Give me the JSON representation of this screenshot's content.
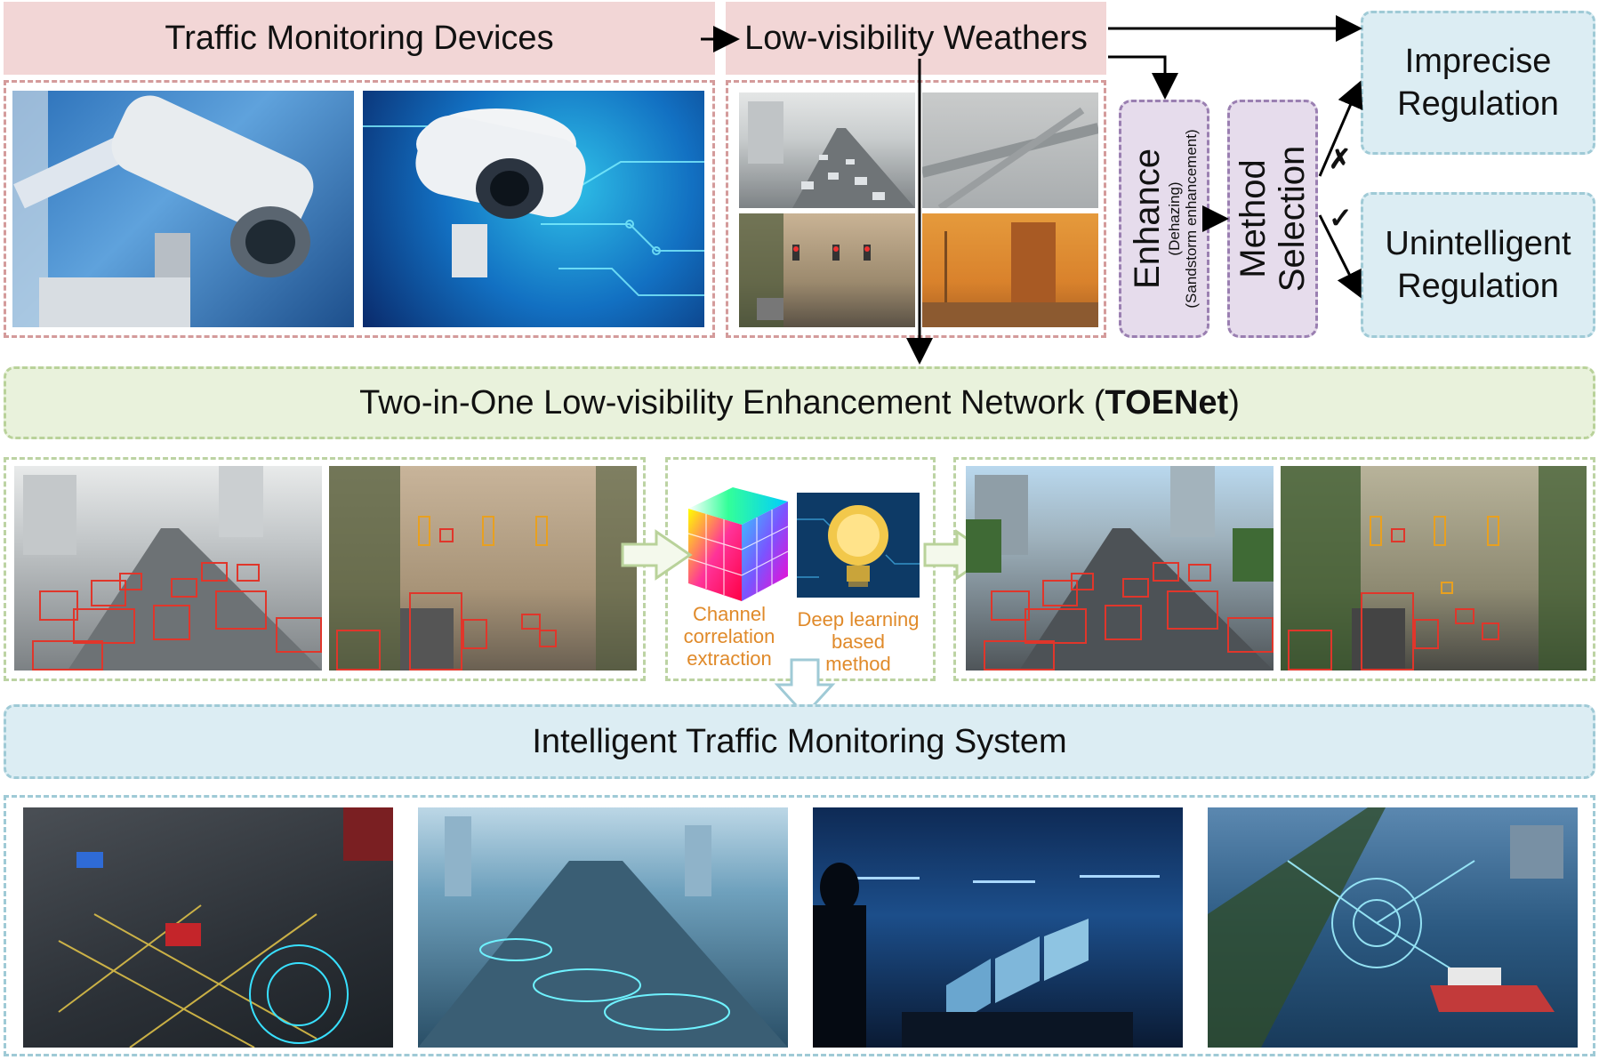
{
  "top": {
    "devices_title": "Traffic Monitoring Devices",
    "weather_title": "Low-visibility Weathers"
  },
  "enhance": {
    "main": "Enhance",
    "sub1": "(Dehazing)",
    "sub2": "(Sandstorm enhancement)"
  },
  "method_selection": {
    "line1": "Method",
    "line2": "Selection"
  },
  "regulation": {
    "imprecise_line1": "Imprecise",
    "imprecise_line2": "Regulation",
    "unintelligent_line1": "Unintelligent",
    "unintelligent_line2": "Regulation",
    "cross_mark": "✗",
    "check_mark": "✓"
  },
  "network": {
    "title_prefix": "Two-in-One Low-visibility Enhancement Network (",
    "title_bold": "TOENet",
    "title_suffix": ")"
  },
  "middle": {
    "channel_label_1": "Channel",
    "channel_label_2": "correlation",
    "channel_label_3": "extraction",
    "dl_label_1": "Deep learning",
    "dl_label_2": "based",
    "dl_label_3": "method"
  },
  "system": {
    "title": "Intelligent Traffic Monitoring System"
  },
  "colors": {
    "pink_header": "#f2d6d6",
    "pink_border": "#d49b9b",
    "green_bar": "#e9f2dc",
    "blue_bar": "#dcedf3",
    "purple_box": "#e6dcec",
    "orange_text": "#e08a2a",
    "bbox_red": "#e0362b"
  }
}
